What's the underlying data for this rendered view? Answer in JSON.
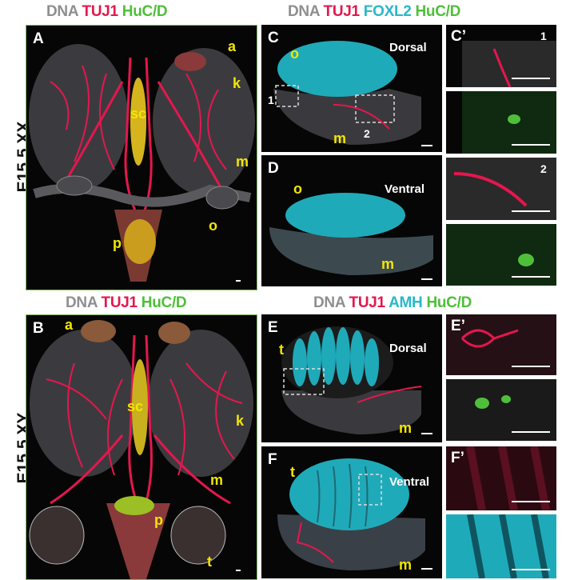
{
  "top_legend_ab": {
    "dna": "DNA",
    "tuj1": "TUJ1",
    "huc": "HuC/D"
  },
  "top_legend_cd": {
    "dna": "DNA",
    "tuj1": "TUJ1",
    "marker": "FOXL2",
    "huc": "HuC/D"
  },
  "bottom_legend_b": {
    "dna": "DNA",
    "tuj1": "TUJ1",
    "huc": "HuC/D"
  },
  "bottom_legend_ef": {
    "dna": "DNA",
    "tuj1": "TUJ1",
    "marker": "AMH",
    "huc": "HuC/D"
  },
  "row_labels": {
    "top": "E15.5 XX",
    "bottom": "E15.5 XY"
  },
  "panels": {
    "A": {
      "label": "A",
      "a": "a",
      "k": "k",
      "sc": "sc",
      "m": "m",
      "o": "o",
      "p": "p"
    },
    "B": {
      "label": "B",
      "a": "a",
      "sc": "sc",
      "k": "k",
      "m": "m",
      "p": "p",
      "t": "t"
    },
    "C": {
      "label": "C",
      "o": "o",
      "orientation": "Dorsal",
      "box1": "1",
      "box2": "2",
      "m": "m"
    },
    "C_inset": {
      "label": "C’",
      "n1": "1",
      "n2": "2"
    },
    "D": {
      "label": "D",
      "o": "o",
      "orientation": "Ventral",
      "m": "m"
    },
    "E": {
      "label": "E",
      "t": "t",
      "orientation": "Dorsal",
      "m": "m"
    },
    "E_inset": {
      "label": "E’"
    },
    "F": {
      "label": "F",
      "t": "t",
      "orientation": "Ventral",
      "m": "m"
    },
    "F_inset": {
      "label": "F’"
    }
  },
  "colors": {
    "dna": "#8f8f8f",
    "tuj1": "#e4174e",
    "huc": "#4fbf3a",
    "cyan": "#28b9c9",
    "annot": "#f2e600"
  }
}
